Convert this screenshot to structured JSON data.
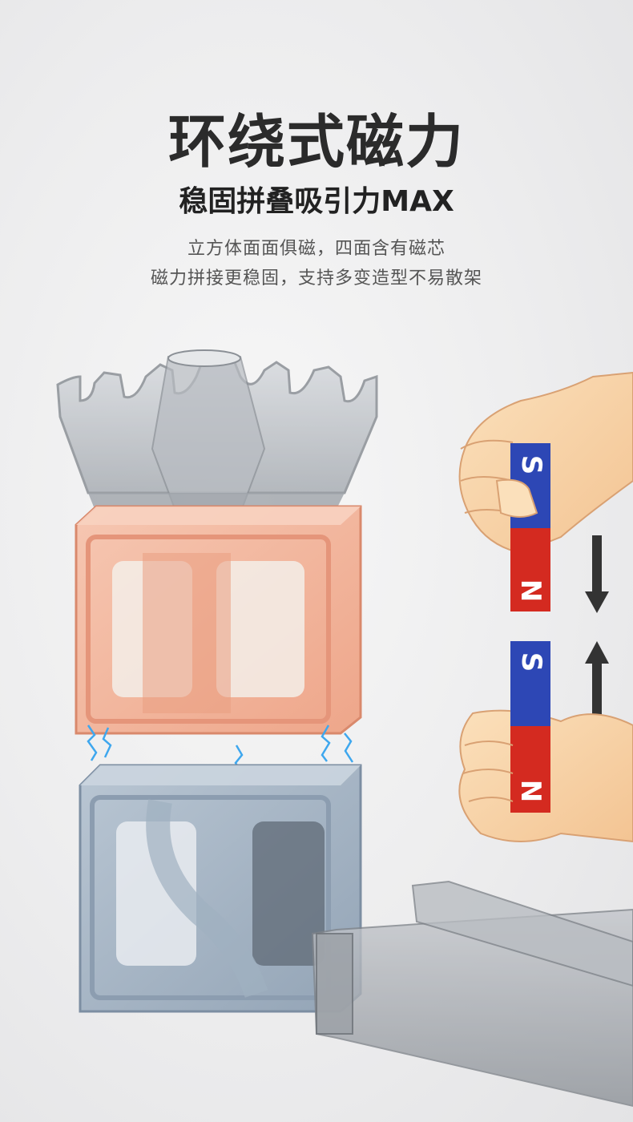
{
  "header": {
    "title": "环绕式磁力",
    "subtitle": "稳固拼叠吸引力MAX",
    "description_lines": [
      "立方体面面俱磁，四面含有磁芯",
      "磁力拼接更稳固，支持多变造型不易散架"
    ]
  },
  "magnets": [
    {
      "top_pole": "S",
      "bottom_pole": "N"
    },
    {
      "top_pole": "S",
      "bottom_pole": "N"
    }
  ],
  "colors": {
    "north_pole": "#d42a20",
    "south_pole": "#2d47b5",
    "pink_cube": "#f1b49c",
    "blue_cube": "#a7b6c6",
    "clear_piece": "#c9cdd2"
  }
}
